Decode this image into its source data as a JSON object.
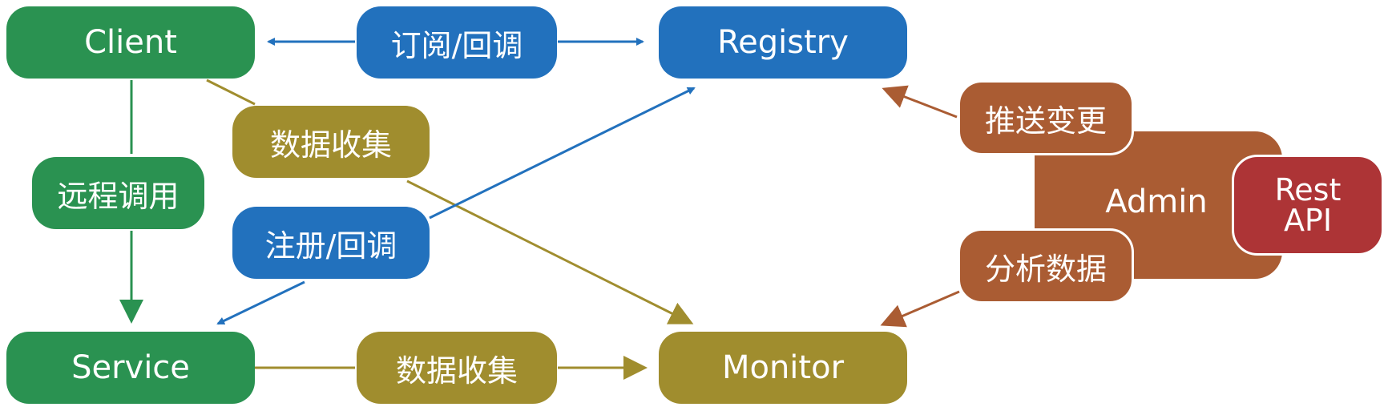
{
  "nodes": {
    "client": "Client",
    "registry": "Registry",
    "service": "Service",
    "monitor": "Monitor",
    "admin": "Admin",
    "rest_api": [
      "Rest",
      "API"
    ]
  },
  "labels": {
    "subscribe_callback": "订阅/回调",
    "register_callback": "注册/回调",
    "remote_call": "远程调用",
    "data_collect_top": "数据收集",
    "data_collect_bottom": "数据收集",
    "push_changes": "推送变更",
    "analyze_data": "分析数据"
  },
  "colors": {
    "green": "#2a9251",
    "blue": "#2271bd",
    "olive": "#a08d2e",
    "brown": "#aa5c33",
    "red": "#ad3436"
  }
}
